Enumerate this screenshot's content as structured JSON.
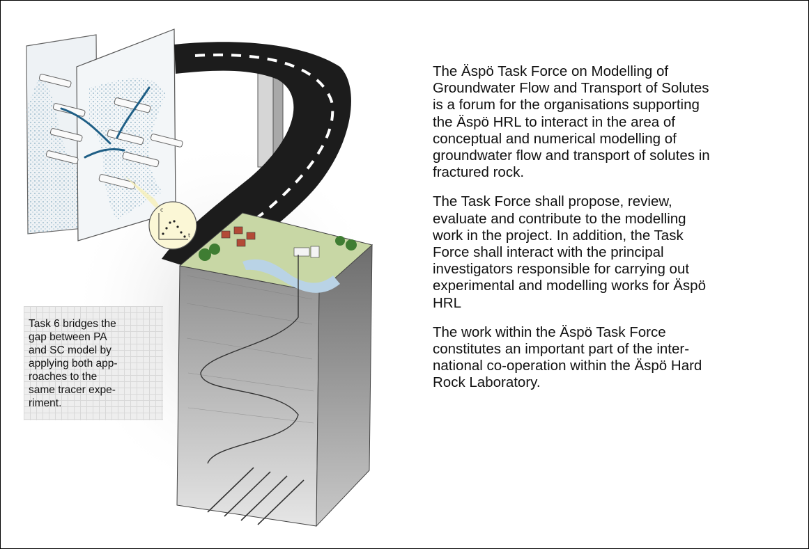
{
  "caption": {
    "lines": "Task 6 bridges the\ngap between PA\nand SC model by\napplying both app-\nroaches to the\nsame tracer expe-\nriment."
  },
  "paragraphs": [
    "The Äspö Task Force on Modelling of\nGroundwater Flow and Transport of Solutes\nis a forum for the organisations supporting\nthe Äspö HRL to interact in the area of\nconceptual and numerical modelling of\ngroundwater flow and transport of solutes in\nfractured rock.",
    "The Task Force shall propose, review,\nevaluate and contribute to the modelling\nwork in the project. In addition, the Task\nForce shall interact with the principal\ninvestigators responsible for carrying out\nexperimental and modelling works for Äspö\nHRL",
    "The work within the Äspö Task Force\nconstitutes an important part of the inter-\nnational co-operation within the Äspö Hard\nRock Laboratory."
  ],
  "illustration": {
    "inset_axis_labels": [
      "c",
      "t"
    ]
  }
}
